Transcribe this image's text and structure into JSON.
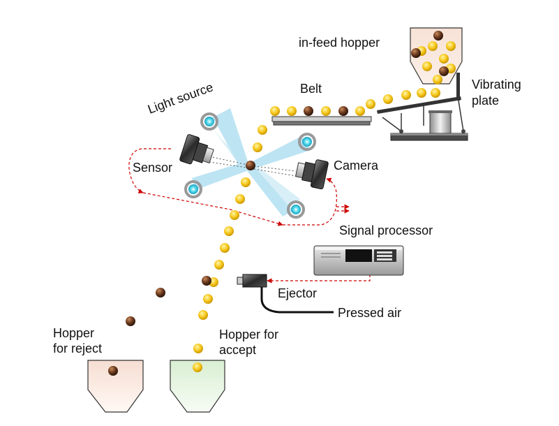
{
  "labels": {
    "infeed_hopper": "in-feed hopper",
    "vibrating_plate_line1": "Vibrating",
    "vibrating_plate_line2": "plate",
    "belt": "Belt",
    "light_source": "Light source",
    "sensor": "Sensor",
    "camera": "Camera",
    "signal_processor": "Signal processor",
    "ejector": "Ejector",
    "pressed_air": "Pressed air",
    "hopper_reject_line1": "Hopper",
    "hopper_reject_line2": "for reject",
    "hopper_accept_line1": "Hopper for",
    "hopper_accept_line2": "accept"
  },
  "colors": {
    "good_item": "#f5c518",
    "bad_item": "#6b3a1f",
    "signal_line": "#cc0000",
    "light_beam": "#a8dcef",
    "reject_hopper": "#f8e6dc",
    "accept_hopper": "#e2f3dd"
  }
}
